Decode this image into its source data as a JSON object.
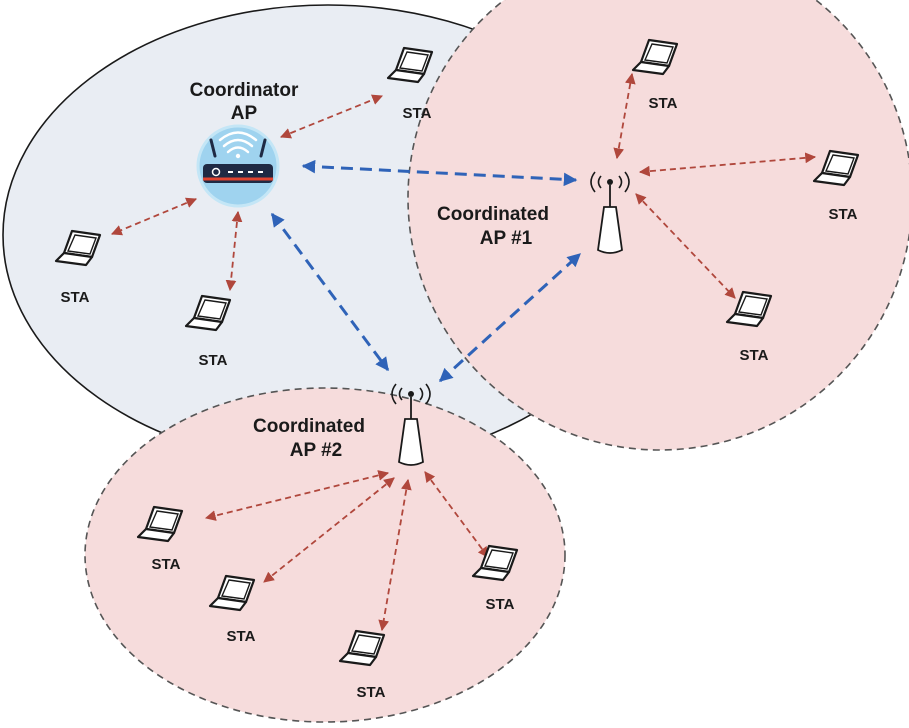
{
  "colors": {
    "coordinator_area_fill": "#e9edf3",
    "coordinated_area_fill": "#f6dcdc",
    "local_link": "#b0473c",
    "backhaul_link": "#2f63b8",
    "router_halo": "#9fd3ef",
    "router_body": "#1f2a44",
    "router_accent": "#e0432f"
  },
  "icons": {
    "coordinator": "wifi-router-icon",
    "coordinated": "antenna-icon",
    "station": "laptop-icon"
  },
  "coordinator": {
    "label_line1": "Coordinator",
    "label_line2": "AP"
  },
  "coordinated_1": {
    "label_line1": "Coordinated",
    "label_line2": "AP #1"
  },
  "coordinated_2": {
    "label_line1": "Coordinated",
    "label_line2": "AP #2"
  },
  "stations": {
    "label": "STA"
  }
}
